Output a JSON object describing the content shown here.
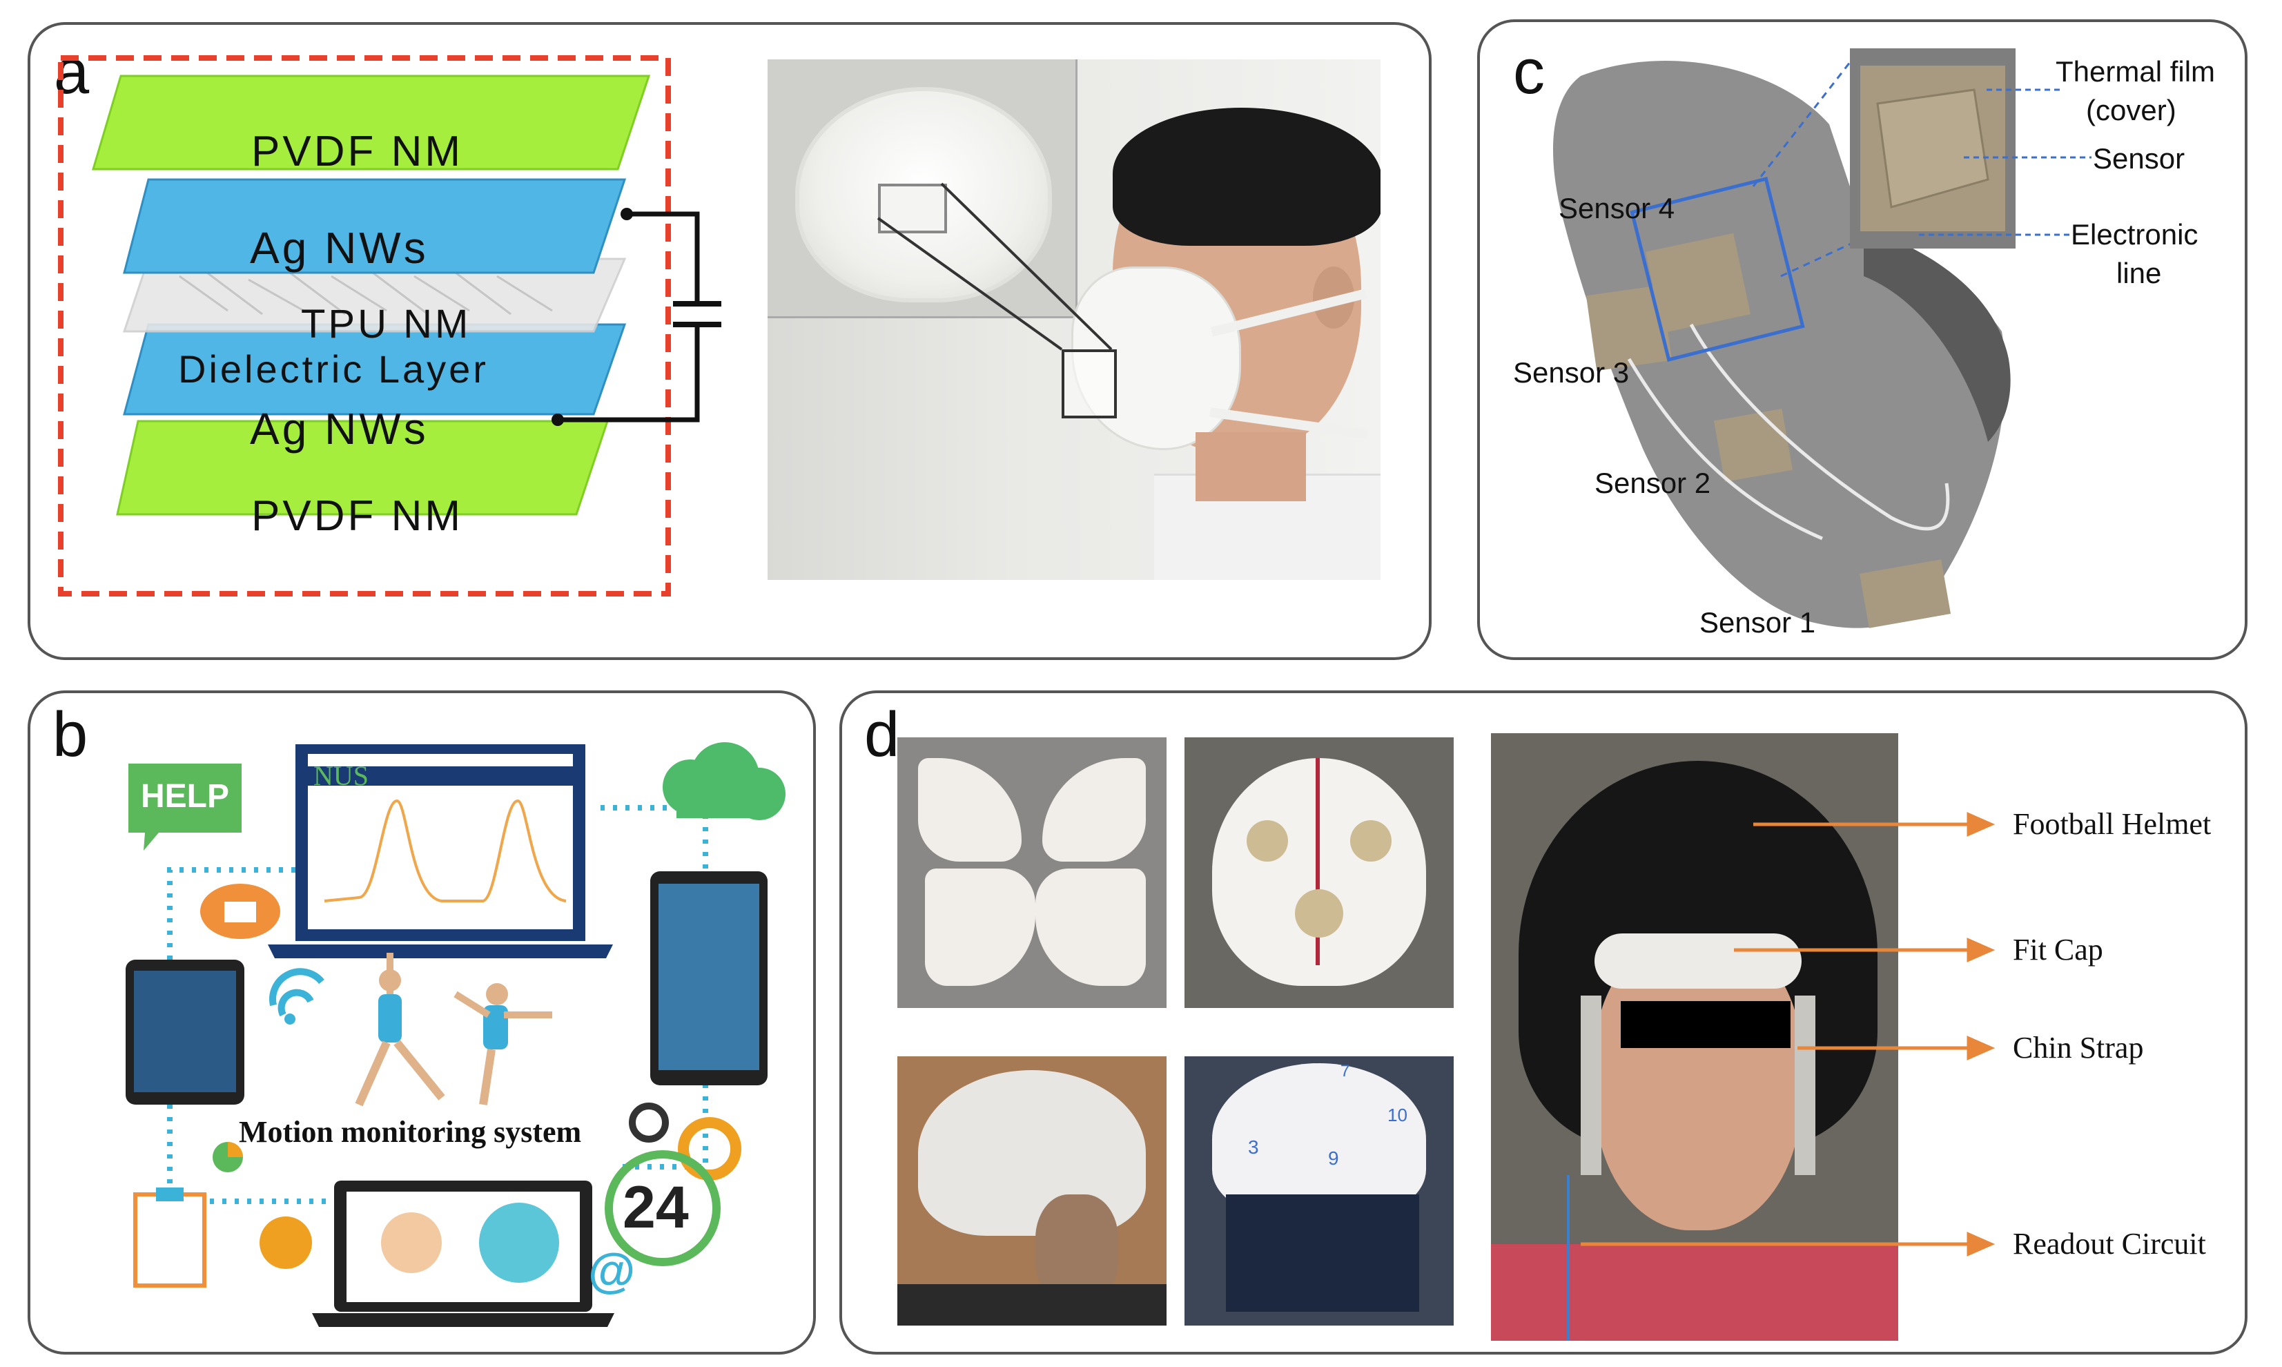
{
  "panels": {
    "a": {
      "label": "a",
      "layers": [
        "PVDF NM",
        "Ag NWs",
        "TPU NM",
        "Dielectric Layer",
        "Ag NWs",
        "PVDF NM"
      ]
    },
    "b": {
      "label": "b",
      "help": "HELP",
      "logo": "NUS",
      "system_label": "Motion monitoring system",
      "badge_24": "24",
      "at": "@"
    },
    "c": {
      "label": "c",
      "sensors": [
        "Sensor 4",
        "Sensor 3",
        "Sensor 2",
        "Sensor 1"
      ],
      "callouts": [
        "Thermal film",
        "(cover)",
        "Sensor",
        "Electronic",
        "line"
      ]
    },
    "d": {
      "label": "d",
      "callouts": [
        "Football Helmet",
        "Fit Cap",
        "Chin Strap",
        "Readout Circuit"
      ],
      "cap_numbers": [
        "7",
        "10",
        "3",
        "9"
      ]
    }
  },
  "colors": {
    "layer_green": "#a6ee3e",
    "layer_blue": "#4fb6e6",
    "dashed_red": "#e8402a",
    "arrow_orange": "#e8863a",
    "monitor_blue": "#1a3a74",
    "help_green": "#5bb85b",
    "callout_blue": "#3a6fd0",
    "sock_gray": "#8a8a8a"
  }
}
